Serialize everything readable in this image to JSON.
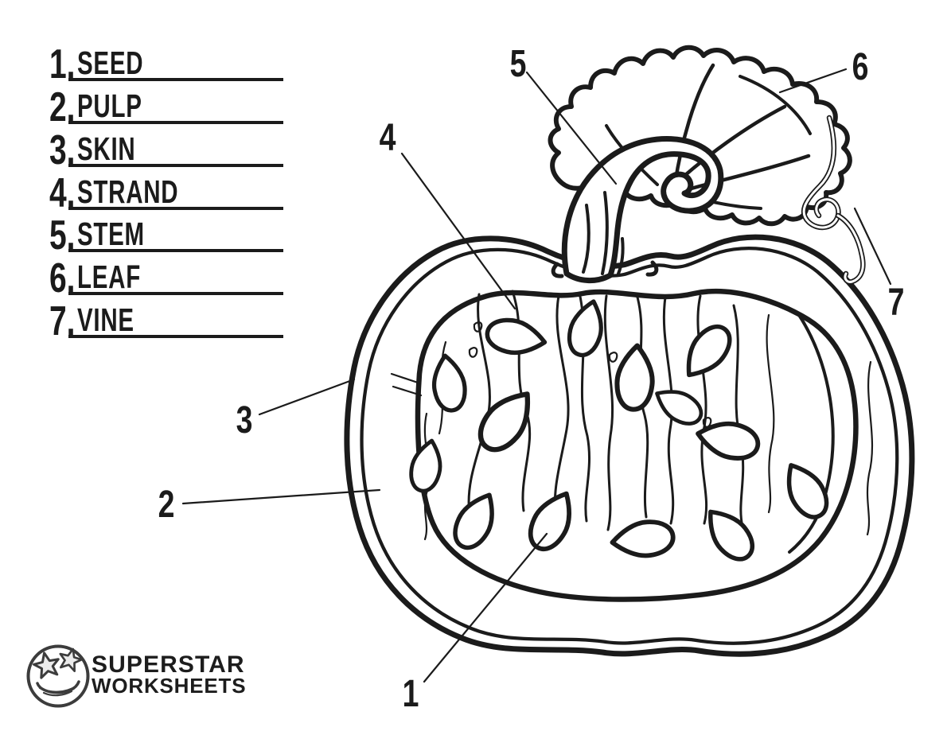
{
  "worksheet": {
    "background": "#ffffff",
    "ink_color": "#1b1b1b",
    "answer_list": {
      "items": [
        {
          "number": "1.",
          "label": "SEED",
          "color": "#E8402A"
        },
        {
          "number": "2.",
          "label": "PULP",
          "color": "#F59C3D"
        },
        {
          "number": "3.",
          "label": "SKIN",
          "color": "#F2C230"
        },
        {
          "number": "4.",
          "label": "STRAND",
          "color": "#8DC63F"
        },
        {
          "number": "5.",
          "label": "STEM",
          "color": "#27D3A2"
        },
        {
          "number": "6.",
          "label": "LEAF",
          "color": "#BA68DD"
        },
        {
          "number": "7.",
          "label": "VINE",
          "color": "#EF3B20"
        }
      ]
    },
    "diagram": {
      "callouts": [
        {
          "number": "1",
          "target": "seed"
        },
        {
          "number": "2",
          "target": "pulp"
        },
        {
          "number": "3",
          "target": "skin"
        },
        {
          "number": "4",
          "target": "strand"
        },
        {
          "number": "5",
          "target": "stem"
        },
        {
          "number": "6",
          "target": "leaf"
        },
        {
          "number": "7",
          "target": "vine"
        }
      ]
    },
    "logo": {
      "line1": "SUPERSTAR",
      "line2": "WORKSHEETS"
    }
  }
}
